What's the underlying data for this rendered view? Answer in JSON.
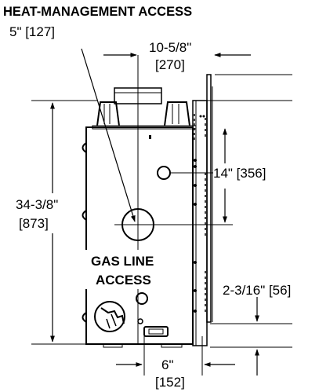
{
  "labels": {
    "heat_management_access": "HEAT-MANAGEMENT ACCESS",
    "dim_5in": "5\" [127]",
    "dim_width_top_a": "10-5/8\"",
    "dim_width_top_b": "[270]",
    "dim_14in": "14\" [356]",
    "dim_height_a": "34-3/8\"",
    "dim_height_b": "[873]",
    "gas_line_a": "GAS LINE",
    "gas_line_b": "ACCESS",
    "dim_2_3_16": "2-3/16\" [56]",
    "dim_6in_a": "6\"",
    "dim_6in_b": "[152]"
  },
  "colors": {
    "line": "#000000",
    "background": "#ffffff",
    "label_backing": "#ffffff"
  }
}
